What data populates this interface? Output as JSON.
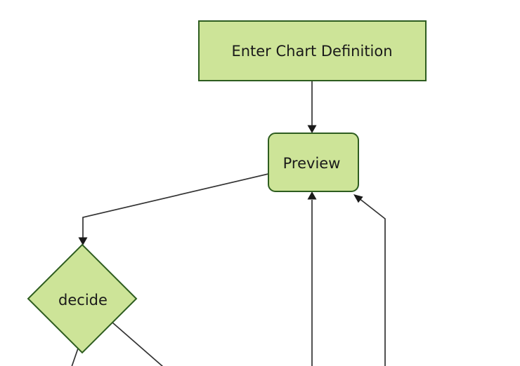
{
  "diagram": {
    "type": "flowchart",
    "orientation": "top-down",
    "nodes": [
      {
        "id": "A",
        "label": "Enter Chart Definition",
        "shape": "rectangle"
      },
      {
        "id": "B",
        "label": "Preview",
        "shape": "rounded-rectangle"
      },
      {
        "id": "C",
        "label": "decide",
        "shape": "diamond"
      }
    ],
    "edges": [
      {
        "from": "Enter Chart Definition",
        "to": "Preview",
        "arrowhead": true
      },
      {
        "from": "Preview",
        "to": "decide",
        "arrowhead": true
      },
      {
        "from": "decide",
        "to": "offscreen-bottom-left",
        "arrowhead": false
      },
      {
        "from": "decide",
        "to": "offscreen-bottom-right",
        "arrowhead": false
      },
      {
        "from": "offscreen-bottom-center",
        "to": "Preview",
        "arrowhead": true
      },
      {
        "from": "offscreen-bottom-right",
        "to": "Preview",
        "arrowhead": true
      }
    ]
  },
  "colors": {
    "background": "#ffffff",
    "node_fill": "#cde498",
    "node_border": "#2e5d20",
    "edge": "#333333",
    "arrowhead": "#1a1a1a",
    "text": "#1a1a1a"
  }
}
